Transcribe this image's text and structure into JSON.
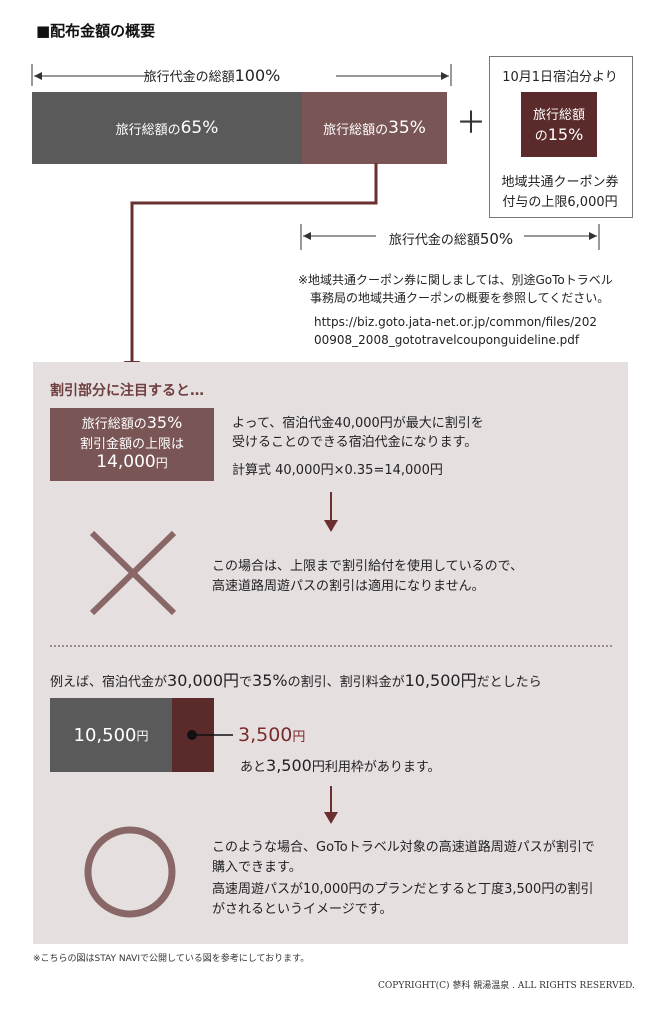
{
  "title": "■配布金額の概要",
  "top_diagram": {
    "total_label": "旅行代金の総額",
    "total_pct": "100%",
    "seg1_label": "旅行総額の",
    "seg1_pct": "65%",
    "seg2_label": "旅行総額の",
    "seg2_pct": "35%",
    "plus": "＋",
    "coupon_head": "10月1日宿泊分より",
    "coupon_box_line1": "旅行総額",
    "coupon_box_prefix": "の",
    "coupon_box_pct": "15%",
    "coupon_desc_line1": "地域共通クーポン券",
    "coupon_desc_line2": "付与の上限6,000円",
    "half_label": "旅行代金の総額",
    "half_pct": "50%"
  },
  "coupon_note": {
    "line1": "※地域共通クーポン券に関しましては、別途GoToトラベル",
    "line2": "事務局の地域共通クーポンの概要を参照してください。",
    "url1": "https://biz.goto.jata-net.or.jp/common/files/202",
    "url2": "00908_2008_gototravelcouponguideline.pdf"
  },
  "panel": {
    "heading": "割引部分に注目すると…",
    "box_line1": "旅行総額の",
    "box_pct": "35%",
    "box_line2": "割引金額の上限は",
    "box_amount": "14,000",
    "box_yen": "円",
    "text1_line1": "よって、宿泊代金40,000円が最大に割引を",
    "text1_line2": "受けることのできる宿泊代金になります。",
    "formula": "計算式 40,000円×0.35=14,000円",
    "cross_line1": "この場合は、上限まで割引給付を使用しているので、",
    "cross_line2": "高速道路周遊パスの割引は適用になりません。",
    "example_a": "例えば、宿泊代金が",
    "example_b": "30,000円",
    "example_c": "で",
    "example_d": "35%",
    "example_e": "の割引、割引料金が",
    "example_f": "10,500円",
    "example_g": "だとしたら",
    "bar_amount": "10,500",
    "bar_yen": "円",
    "remain_amount": "3,500",
    "remain_yen": "円",
    "remain_text_a": "あと",
    "remain_text_b": "3,500",
    "remain_text_c": "円利用枠があります。",
    "circle_line1": "このような場合、GoToトラベル対象の高速道路周遊パスが割引で",
    "circle_line2": "購入できます。",
    "circle_line3": "高速周遊パスが10,000円のプランだとすると丁度3,500円の割引",
    "circle_line4": "がされるというイメージです。"
  },
  "footnote": "※こちらの図はSTAY NAVIで公開している図を参考にしております。",
  "copyright": "COPYRIGHT(C) 蓼科 親湯温泉 . ALL RIGHTS RESERVED.",
  "colors": {
    "gray": "#5a5a5a",
    "rose": "#7a5555",
    "dark": "#5b2a2a",
    "panel": "#e6dfe0",
    "accent": "#6f3f3f"
  }
}
